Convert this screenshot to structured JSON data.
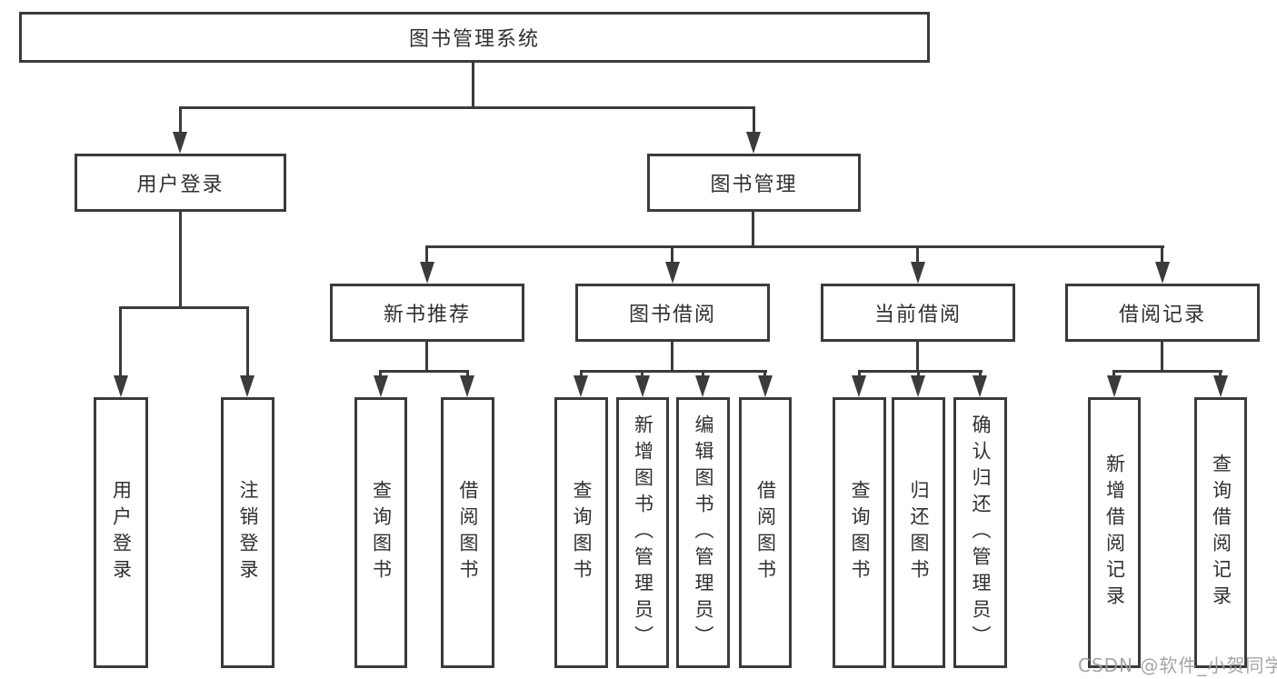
{
  "diagram_title": "图书管理系统",
  "nodes": {
    "root": {
      "label": "图书管理系统"
    },
    "level2": [
      {
        "id": "user-login",
        "label": "用户登录",
        "parent": "root"
      },
      {
        "id": "book-management",
        "label": "图书管理",
        "parent": "root"
      }
    ],
    "level3": [
      {
        "id": "new-book-recommend",
        "label": "新书推荐",
        "parent": "book-management"
      },
      {
        "id": "book-borrow",
        "label": "图书借阅",
        "parent": "book-management"
      },
      {
        "id": "current-borrow",
        "label": "当前借阅",
        "parent": "book-management"
      },
      {
        "id": "borrow-records",
        "label": "借阅记录",
        "parent": "book-management"
      }
    ],
    "leaves": [
      {
        "id": "leaf-user-login",
        "label": "用户登录",
        "parent": "user-login"
      },
      {
        "id": "leaf-logout",
        "label": "注销登录",
        "parent": "user-login"
      },
      {
        "id": "leaf-query-books-recommend",
        "label": "查询图书",
        "parent": "new-book-recommend"
      },
      {
        "id": "leaf-borrow-books-recommend",
        "label": "借阅图书",
        "parent": "new-book-recommend"
      },
      {
        "id": "leaf-query-books-borrow",
        "label": "查询图书",
        "parent": "book-borrow"
      },
      {
        "id": "leaf-add-books-admin",
        "label": "新增图书（管理员）",
        "parent": "book-borrow"
      },
      {
        "id": "leaf-edit-books-admin",
        "label": "编辑图书（管理员）",
        "parent": "book-borrow"
      },
      {
        "id": "leaf-borrow-books-borrow",
        "label": "借阅图书",
        "parent": "book-borrow"
      },
      {
        "id": "leaf-query-books-current",
        "label": "查询图书",
        "parent": "current-borrow"
      },
      {
        "id": "leaf-return-books",
        "label": "归还图书",
        "parent": "current-borrow"
      },
      {
        "id": "leaf-confirm-return-admin",
        "label": "确认归还（管理员）",
        "parent": "current-borrow"
      },
      {
        "id": "leaf-add-borrow-record",
        "label": "新增借阅记录",
        "parent": "borrow-records"
      },
      {
        "id": "leaf-query-borrow-record",
        "label": "查询借阅记录",
        "parent": "borrow-records"
      }
    ]
  },
  "watermark": {
    "text": "CSDN @软件_小贺同学"
  },
  "colors": {
    "line": "#3b3b3b",
    "text": "#303030",
    "background": "#ffffff",
    "watermark": "#9e9e9e"
  }
}
